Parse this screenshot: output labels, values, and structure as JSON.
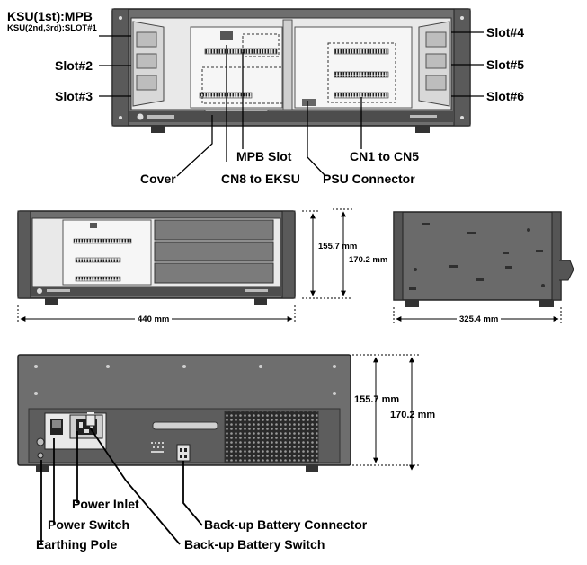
{
  "top": {
    "ksu_mpb": "KSU(1st):MPB",
    "ksu_slot1": "KSU(2nd,3rd):SLOT#1",
    "slot2": "Slot#2",
    "slot3": "Slot#3",
    "slot4": "Slot#4",
    "slot5": "Slot#5",
    "slot6": "Slot#6",
    "mpb_slot": "MPB Slot",
    "cn1_cn5": "CN1 to CN5",
    "cover": "Cover",
    "cn8_eksu": "CN8 to EKSU",
    "psu_connector": "PSU Connector"
  },
  "dimensions": {
    "mid_inner_height": "155.7 mm",
    "mid_outer_height": "170.2 mm",
    "width": "440 mm",
    "depth": "325.4 mm",
    "rear_inner_height": "155.7 mm",
    "rear_outer_height": "170.2 mm"
  },
  "rear": {
    "power_inlet": "Power Inlet",
    "power_switch": "Power Switch",
    "battery_connector": "Back-up Battery Connector",
    "earthing_pole": "Earthing Pole",
    "battery_switch": "Back-up Battery Switch"
  },
  "colors": {
    "chassis": "#6e6e6e",
    "panel": "#e9e9e9",
    "text": "#000000"
  }
}
